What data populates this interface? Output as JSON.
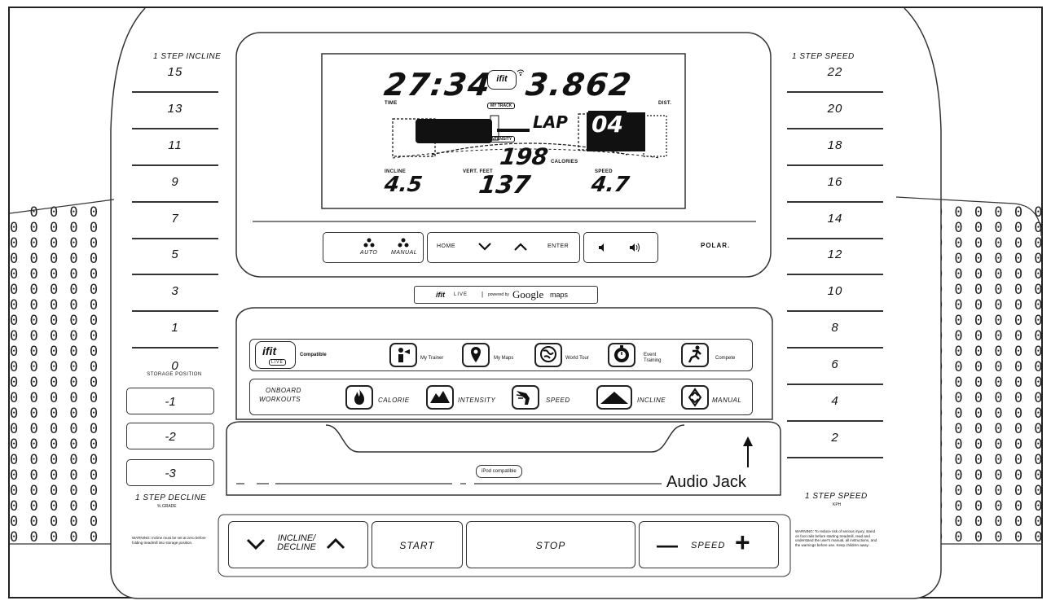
{
  "incline_scale": {
    "title": "1 STEP INCLINE",
    "values": [
      "15",
      "13",
      "11",
      "9",
      "7",
      "5",
      "3",
      "1",
      "0"
    ],
    "stored_position_label": "STORAGE POSITION",
    "decline_values": [
      "-1",
      "-2",
      "-3"
    ],
    "decline_title": "1 STEP DECLINE",
    "decline_subtitle": "% GRADE"
  },
  "speed_scale": {
    "title": "1 STEP SPEED",
    "values": [
      "22",
      "20",
      "18",
      "16",
      "14",
      "12",
      "10",
      "8",
      "6",
      "4",
      "2"
    ],
    "bottom_title": "1 STEP SPEED",
    "bottom_subtitle": "KPH"
  },
  "display": {
    "time": "27:34",
    "distance": "3.862",
    "time_label": "TIME",
    "dist_label": "DIST.",
    "ifit_text": "ifit",
    "my_track_label": "MY TRACK",
    "lap_label": "LAP",
    "lap_value": "04",
    "intensity_label": "INTENSITY",
    "calories": "198",
    "calories_label": "CALORIES",
    "incline_label": "INCLINE",
    "incline": "4.5",
    "vert_label": "VERT. FEET",
    "vert_feet": "137",
    "speed_label": "SPEED",
    "speed": "4.7"
  },
  "keys": {
    "auto": "AUTO",
    "manual": "MANUAL",
    "home": "HOME",
    "enter": "ENTER",
    "polar": "POLAR."
  },
  "banner": {
    "ifit": "ifit",
    "live": "LIVE",
    "powered": "powered by",
    "google": "Google",
    "maps": "maps"
  },
  "ifit_row": {
    "ifit": "ifit",
    "live": "LIVE",
    "compatible": "Compatible",
    "items": [
      "My Trainer",
      "My Maps",
      "World Tour",
      "Event Training",
      "Compete"
    ]
  },
  "onboard": {
    "title_line1": "ONBOARD",
    "title_line2": "WORKOUTS",
    "items": [
      "CALORIE",
      "INTENSITY",
      "SPEED",
      "INCLINE",
      "MANUAL"
    ]
  },
  "ipod_label": "iPod compatible",
  "audio_jack_label": "Audio Jack",
  "bottom_keys": {
    "incline_line1": "INCLINE/",
    "incline_line2": "DECLINE",
    "start": "START",
    "stop": "STOP",
    "speed": "SPEED",
    "minus": "—",
    "plus": "+"
  },
  "warning_left": "WARNING: Incline must be set at zero before folding treadmill into storage position.",
  "warning_right": "WARNING: To reduce risk of serious injury, stand on foot rails before starting treadmill, read and understand the user's manual, all instructions, and the warnings before use. Keep children away."
}
